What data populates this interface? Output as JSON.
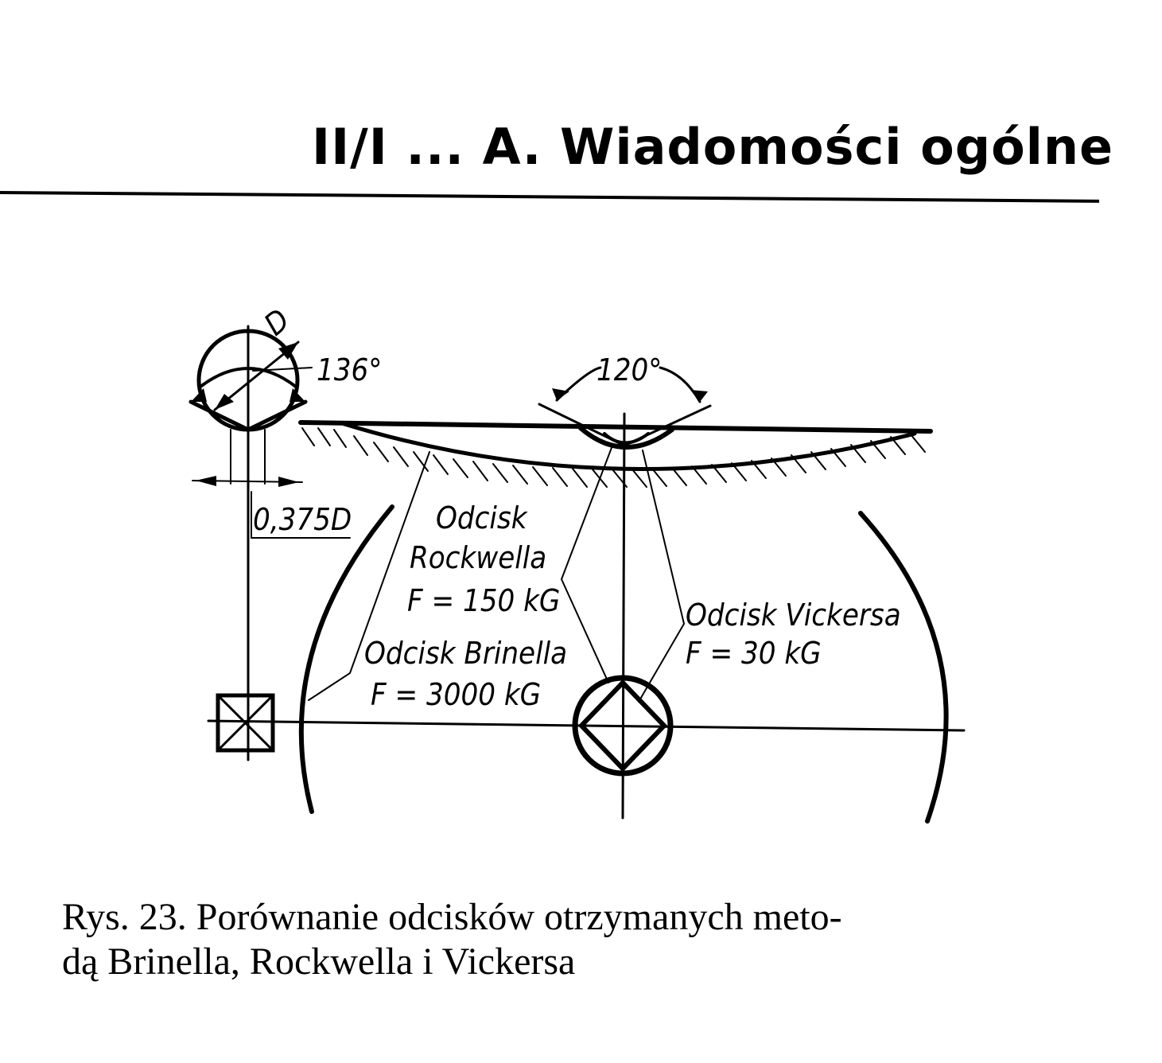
{
  "header": {
    "title": "II/I ... A. Wiadomości ogólne"
  },
  "figure": {
    "labels": {
      "diameter": "D",
      "angle_vickers": "136°",
      "angle_rockwell": "120°",
      "offset": "0,375D",
      "rockwell_1": "Odcisk",
      "rockwell_2": "Rockwella",
      "rockwell_3": "F = 150 kG",
      "brinell_1": "Odcisk Brinella",
      "brinell_2": "F = 3000 kG",
      "vickers_1": "Odcisk Vickersa",
      "vickers_2": "F = 30 kG"
    }
  },
  "caption": {
    "line1": "Rys. 23. Porównanie odcisków otrzymanych meto-",
    "line2": "dą Brinella, Rockwella i Vickersa"
  }
}
